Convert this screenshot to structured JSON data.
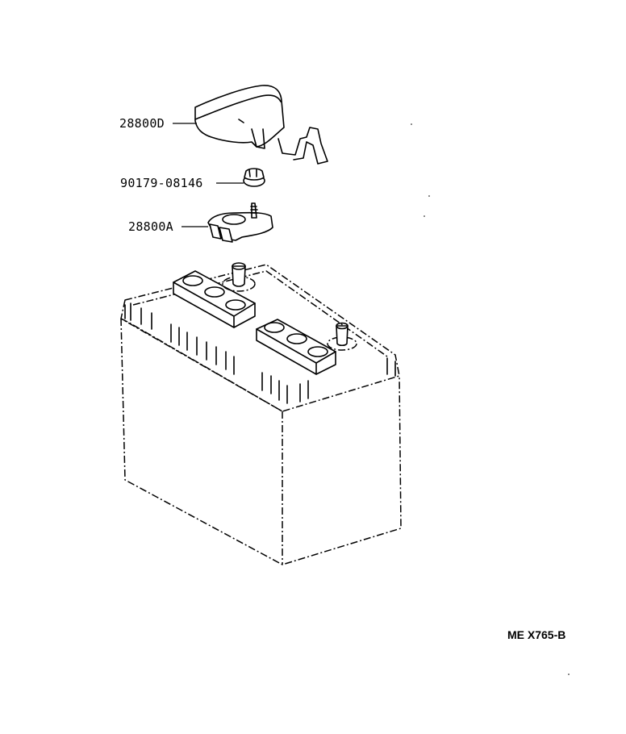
{
  "parts": [
    {
      "id": "cover",
      "part_number": "28800D"
    },
    {
      "id": "nut",
      "part_number": "90179-08146"
    },
    {
      "id": "clamp",
      "part_number": "28800A"
    }
  ],
  "reference_code": "ME X765-B"
}
